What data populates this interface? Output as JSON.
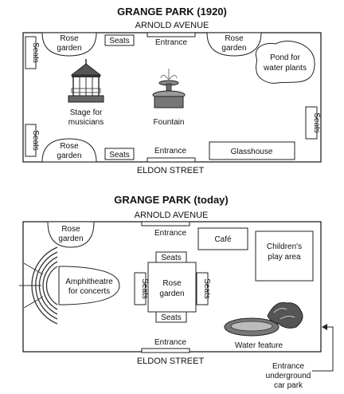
{
  "map_1920": {
    "title": "GRANGE PARK (1920)",
    "north_street": "ARNOLD AVENUE",
    "south_street": "ELDON STREET",
    "rose_garden": [
      "Rose",
      "garden"
    ],
    "seats": "Seats",
    "entrance": "Entrance",
    "pond": [
      "Pond for",
      "water plants"
    ],
    "stage": [
      "Stage for",
      "musicians"
    ],
    "fountain": "Fountain",
    "glasshouse": "Glasshouse"
  },
  "map_today": {
    "title": "GRANGE PARK (today)",
    "north_street": "ARNOLD AVENUE",
    "south_street": "ELDON STREET",
    "rose_garden": [
      "Rose",
      "garden"
    ],
    "entrance": "Entrance",
    "cafe": "Café",
    "play_area": [
      "Children's",
      "play area"
    ],
    "amphitheatre": [
      "Amphitheatre",
      "for concerts"
    ],
    "seats": "Seats",
    "water_feature": "Water feature",
    "car_park_entrance": [
      "Entrance",
      "underground",
      "car park"
    ]
  }
}
